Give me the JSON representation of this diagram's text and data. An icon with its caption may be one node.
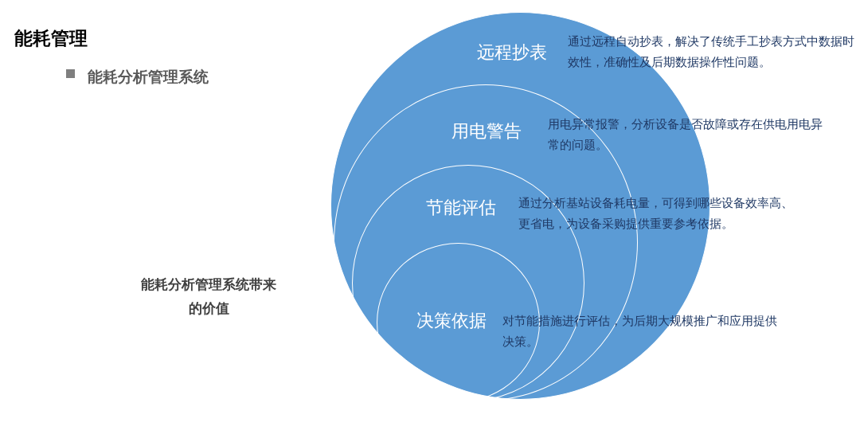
{
  "diagram": {
    "title": "能耗管理",
    "nodes": [
      {
        "text": [
          "远程抄表",
          "通过远程自动抄表，解决了传统手工抄表方式中数据时效性，准确性及后期数据操作性问题。"
        ]
      },
      {
        "text": [
          "用电警告",
          "用电异常报警，分析设备是否故障或存在供电用电异常的问题。"
        ],
        "in": 0
      },
      {
        "text": [
          "节能评估",
          "通过分析基站设备耗电量，可得到哪些设备效率高、更省电，为设备采购提供重要参考依据。"
        ],
        "in": 1
      },
      {
        "text": [
          "决策依据",
          "对节能措施进行评估，为后期大规模推广和应用提供决策。"
        ],
        "in": 2
      }
    ],
    "labels": [
      "能耗分析管理系统",
      "能耗分析管理系统带来的价值"
    ]
  }
}
